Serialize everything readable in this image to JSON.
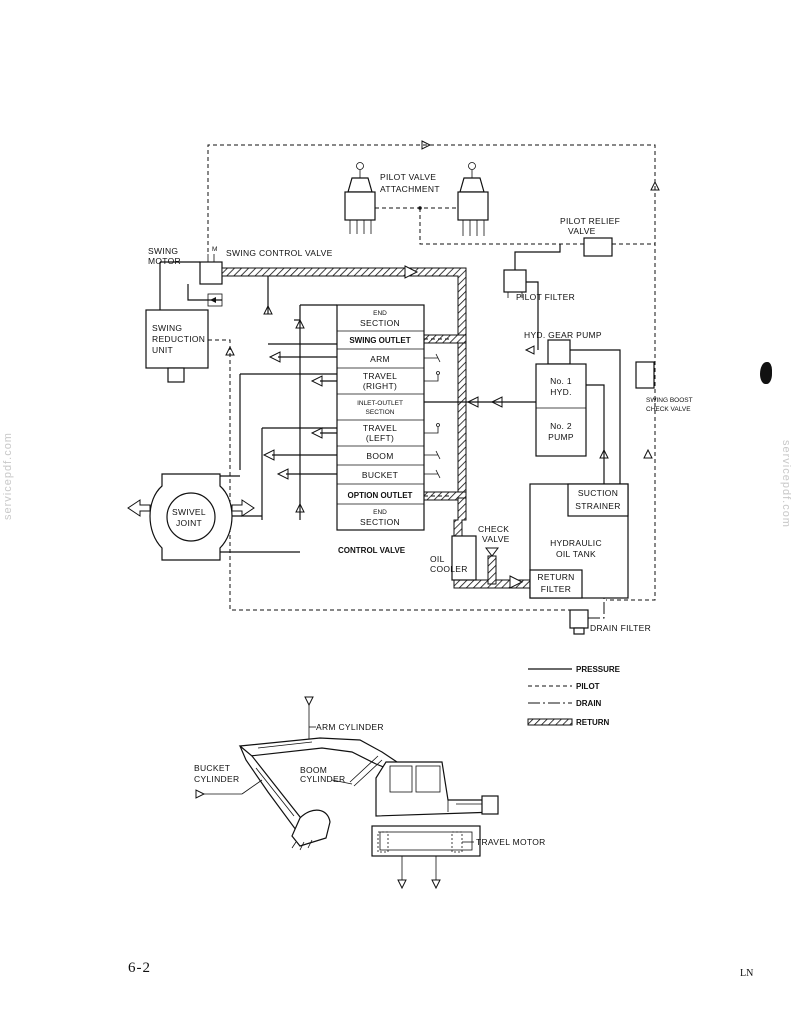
{
  "labels": {
    "pilot_valve": "PILOT VALVE",
    "attachment": "ATTACHMENT",
    "pilot_relief_valve_1": "PILOT RELIEF",
    "pilot_relief_valve_2": "VALVE",
    "swing_motor_1": "SWING",
    "swing_motor_2": "MOTOR",
    "swing_control_valve": "SWING CONTROL VALVE",
    "swing_reduction_unit_1": "SWING",
    "swing_reduction_unit_2": "REDUCTION",
    "swing_reduction_unit_3": "UNIT",
    "pilot_filter": "PILOT FILTER",
    "hyd_gear_pump": "HYD. GEAR PUMP",
    "pump_no1_1": "No. 1",
    "pump_no1_2": "HYD.",
    "pump_no2_1": "No. 2",
    "pump_no2_2": "PUMP",
    "swing_boost_check_valve_1": "SWING BOOST",
    "swing_boost_check_valve_2": "CHECK VALVE",
    "swivel_joint_1": "SWIVEL",
    "swivel_joint_2": "JOINT",
    "control_valve": "CONTROL VALVE",
    "check_valve_1": "CHECK",
    "check_valve_2": "VALVE",
    "oil_cooler_1": "OIL",
    "oil_cooler_2": "COOLER",
    "suction_strainer_1": "SUCTION",
    "suction_strainer_2": "STRAINER",
    "hydraulic_oil_tank_1": "HYDRAULIC",
    "hydraulic_oil_tank_2": "OIL TANK",
    "return_filter_1": "RETURN",
    "return_filter_2": "FILTER",
    "drain_filter": "DRAIN FILTER",
    "arm_cylinder": "ARM CYLINDER",
    "bucket_cylinder_1": "BUCKET",
    "bucket_cylinder_2": "CYLINDER",
    "boom_cylinder_1": "BOOM",
    "boom_cylinder_2": "CYLINDER",
    "travel_motor": "TRAVEL MOTOR"
  },
  "control_valve_sections": [
    {
      "line1": "END",
      "line2": "SECTION"
    },
    {
      "line1": "SWING OUTLET",
      "line2": ""
    },
    {
      "line1": "ARM",
      "line2": ""
    },
    {
      "line1": "TRAVEL",
      "line2": "(RIGHT)"
    },
    {
      "line1": "INLET-OUTLET",
      "line2": "SECTION"
    },
    {
      "line1": "TRAVEL",
      "line2": "(LEFT)"
    },
    {
      "line1": "BOOM",
      "line2": ""
    },
    {
      "line1": "BUCKET",
      "line2": ""
    },
    {
      "line1": "OPTION OUTLET",
      "line2": ""
    },
    {
      "line1": "END",
      "line2": "SECTION"
    }
  ],
  "legend": [
    {
      "style": "pressure",
      "label": "PRESSURE"
    },
    {
      "style": "pilot",
      "label": "PILOT"
    },
    {
      "style": "drain",
      "label": "DRAIN"
    },
    {
      "style": "return",
      "label": "RETURN"
    }
  ],
  "footer": {
    "page_number": "6-2",
    "code": "LN"
  },
  "watermark": "servicepdf.com"
}
